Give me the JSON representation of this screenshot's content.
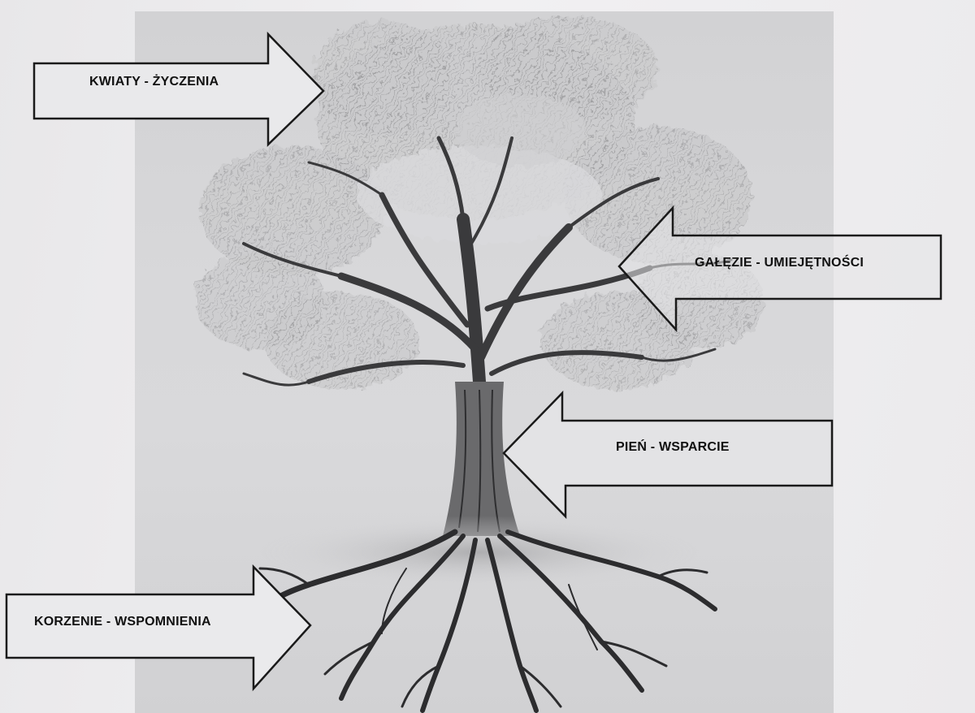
{
  "labels": {
    "flowers": "KWIATY - ŻYCZENIA",
    "branches": "GAŁĘZIE - UMIEJĘTNOŚCI",
    "trunk": "PIEŃ - WSPARCIE",
    "roots": "KORZENIE - WSPOMNIENIA"
  },
  "colors": {
    "paper": "#ecebec",
    "panel": "#d6d6d8",
    "arrow_fill": "#e9e9eb",
    "ink": "#1a1a1a"
  }
}
